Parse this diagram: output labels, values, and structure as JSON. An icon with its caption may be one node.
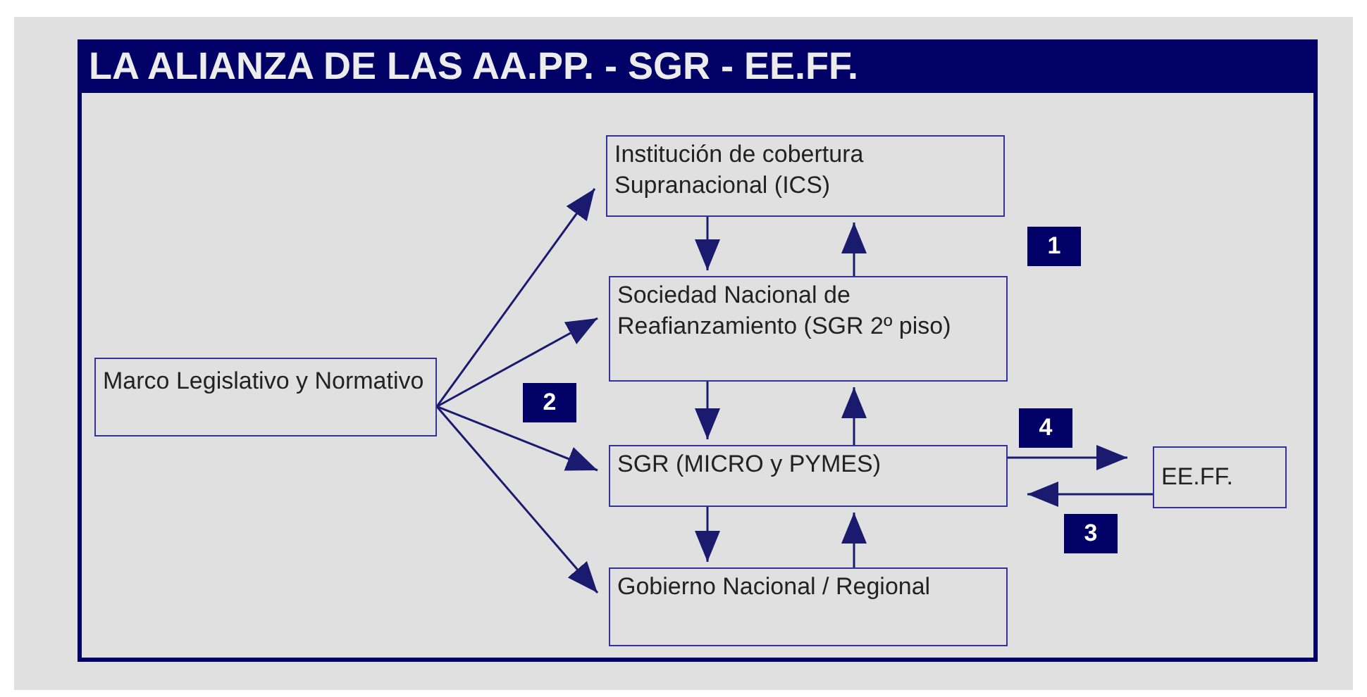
{
  "diagram": {
    "title": "LA ALIANZA DE LAS AA.PP. - SGR - EE.FF.",
    "nodes": [
      {
        "text": [
          "Marco Legislativo y Normativo"
        ]
      },
      {
        "text": [
          "Institución de cobertura Supranacional (ICS)"
        ]
      },
      {
        "text": [
          "Sociedad Nacional de Reafianzamiento (SGR 2º piso)"
        ]
      },
      {
        "text": [
          "SGR (MICRO y PYMES)"
        ]
      },
      {
        "text": [
          "Gobierno Nacional / Regional"
        ]
      },
      {
        "text": [
          "EE.FF."
        ]
      }
    ],
    "edges": [
      {
        "from": 0,
        "to": 1,
        "arrow": "to"
      },
      {
        "from": 0,
        "to": 2,
        "arrow": "to"
      },
      {
        "from": 0,
        "to": 3,
        "arrow": "to"
      },
      {
        "from": 0,
        "to": 4,
        "arrow": "to"
      },
      {
        "from": 1,
        "to": 2,
        "arrow": "to"
      },
      {
        "from": 2,
        "to": 1,
        "arrow": "to"
      },
      {
        "from": 2,
        "to": 3,
        "arrow": "to"
      },
      {
        "from": 3,
        "to": 2,
        "arrow": "to"
      },
      {
        "from": 3,
        "to": 4,
        "arrow": "to"
      },
      {
        "from": 4,
        "to": 3,
        "arrow": "to"
      },
      {
        "from": 3,
        "to": 5,
        "arrow": "to"
      },
      {
        "from": 5,
        "to": 3,
        "arrow": "to"
      }
    ],
    "labels": [
      "1",
      "2",
      "4",
      "3"
    ]
  }
}
